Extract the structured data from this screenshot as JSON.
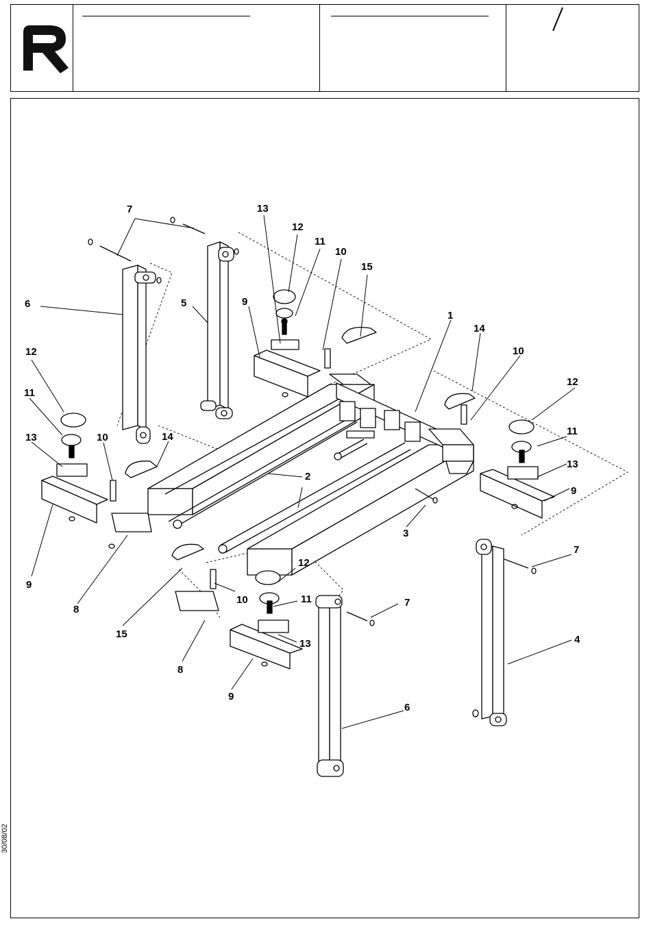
{
  "header": {
    "logo": "brand-logo-r",
    "slash_mark": "/"
  },
  "callouts": {
    "c1": "1",
    "c2": "2",
    "c3": "3",
    "c4": "4",
    "c5": "5",
    "c6a": "6",
    "c6b": "6",
    "c7a": "7",
    "c7b": "7",
    "c7c": "7",
    "c8a": "8",
    "c8b": "8",
    "c9a": "9",
    "c9b": "9",
    "c9c": "9",
    "c9d": "9",
    "c10a": "10",
    "c10b": "10",
    "c10c": "10",
    "c10d": "10",
    "c11a": "11",
    "c11b": "11",
    "c11c": "11",
    "c11d": "11",
    "c12a": "12",
    "c12b": "12",
    "c12c": "12",
    "c12d": "12",
    "c13a": "13",
    "c13b": "13",
    "c13c": "13",
    "c13d": "13",
    "c14a": "14",
    "c14b": "14",
    "c15a": "15",
    "c15b": "15"
  },
  "footer": {
    "date": "30/08/02"
  }
}
